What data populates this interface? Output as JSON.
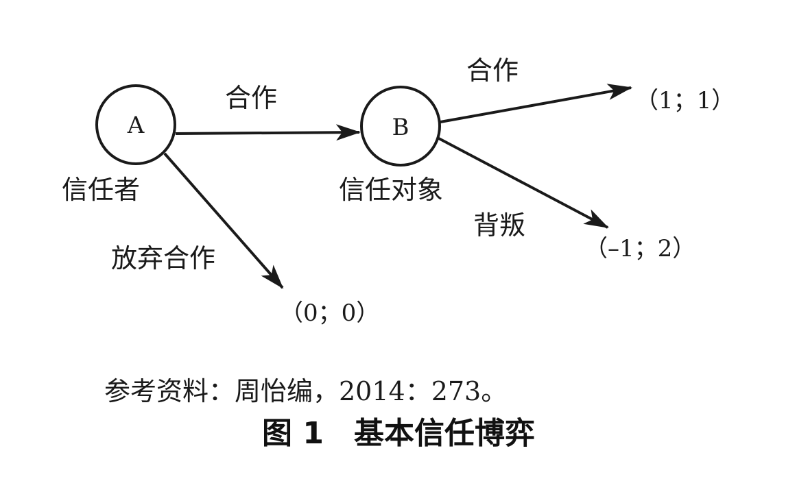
{
  "nodes": {
    "a": {
      "letter": "A",
      "description": "信任者"
    },
    "b": {
      "letter": "B",
      "description": "信任对象"
    }
  },
  "edges": {
    "a_to_b": {
      "label": "合作"
    },
    "a_to_end": {
      "label": "放弃合作"
    },
    "b_to_coop": {
      "label": "合作"
    },
    "b_to_betray": {
      "label": "背叛"
    }
  },
  "payoffs": {
    "both_cooperate": "（1；1）",
    "betray": "（–1；2）",
    "abstain": "（0；0）"
  },
  "source_note": "参考资料：周怡编，2014：273。",
  "caption": "图 1　基本信任博弈",
  "colors": {
    "ink": "#1a1a1a",
    "background": "#ffffff"
  }
}
